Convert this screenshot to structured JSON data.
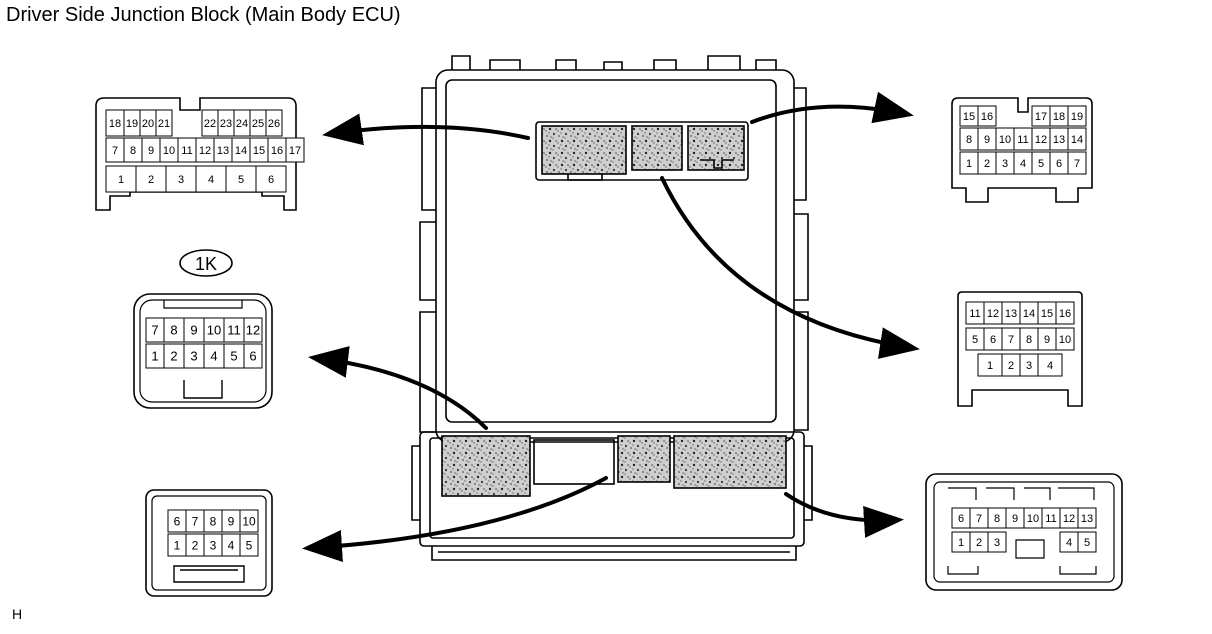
{
  "title": "Driver Side Junction Block (Main Body ECU)",
  "footer_mark": "H",
  "connectors": {
    "top_left": {
      "rows": [
        [
          "18",
          "19",
          "20",
          "21",
          "22",
          "23",
          "24",
          "25",
          "26"
        ],
        [
          "7",
          "8",
          "9",
          "10",
          "11",
          "12",
          "13",
          "14",
          "15",
          "16",
          "17"
        ],
        [
          "1",
          "2",
          "3",
          "4",
          "5",
          "6"
        ]
      ]
    },
    "mid_left": {
      "label": "1K",
      "rows": [
        [
          "7",
          "8",
          "9",
          "10",
          "11",
          "12"
        ],
        [
          "1",
          "2",
          "3",
          "4",
          "5",
          "6"
        ]
      ]
    },
    "bottom_left": {
      "rows": [
        [
          "6",
          "7",
          "8",
          "9",
          "10"
        ],
        [
          "1",
          "2",
          "3",
          "4",
          "5"
        ]
      ]
    },
    "top_right": {
      "rows": [
        [
          "15",
          "16",
          "17",
          "18",
          "19"
        ],
        [
          "8",
          "9",
          "10",
          "11",
          "12",
          "13",
          "14"
        ],
        [
          "1",
          "2",
          "3",
          "4",
          "5",
          "6",
          "7"
        ]
      ]
    },
    "mid_right": {
      "rows": [
        [
          "11",
          "12",
          "13",
          "14",
          "15",
          "16"
        ],
        [
          "5",
          "6",
          "7",
          "8",
          "9",
          "10"
        ],
        [
          "1",
          "2",
          "3",
          "4"
        ]
      ]
    },
    "bottom_right": {
      "rows": [
        [
          "6",
          "7",
          "8",
          "9",
          "10",
          "11",
          "12",
          "13"
        ],
        [
          "1",
          "2",
          "3",
          "4",
          "5"
        ]
      ]
    }
  }
}
